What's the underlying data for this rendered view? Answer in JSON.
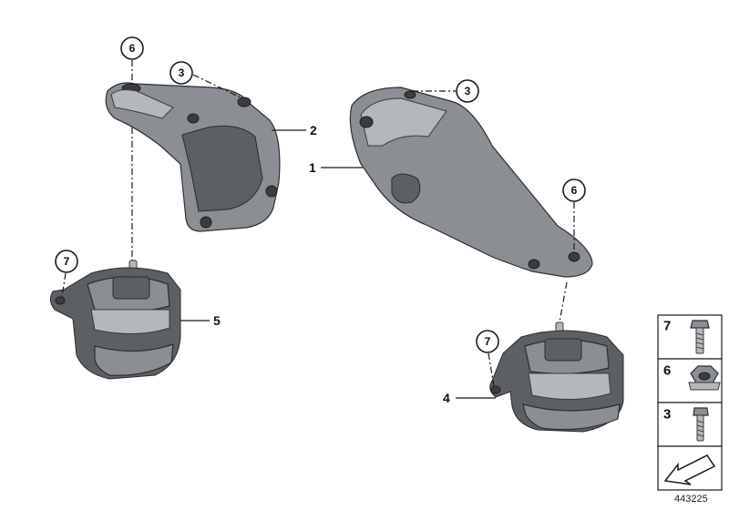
{
  "callouts": {
    "c6_left": "6",
    "c3_left": "3",
    "c3_right": "3",
    "c6_right": "6",
    "c7_left": "7",
    "c7_right": "7"
  },
  "references": {
    "r1": "1",
    "r2": "2",
    "r4": "4",
    "r5": "5"
  },
  "legend": {
    "items": [
      "7",
      "6",
      "3"
    ]
  },
  "diagram_id": "443225",
  "colors": {
    "part_metal": "#8b8e92",
    "part_shadow": "#5c5f63",
    "line": "#1a1a1a"
  },
  "icons": [
    "bracket-left",
    "bracket-right",
    "engine-mount-left",
    "engine-mount-right",
    "bolt-icon",
    "nut-icon",
    "screw-icon",
    "arrow-icon"
  ]
}
